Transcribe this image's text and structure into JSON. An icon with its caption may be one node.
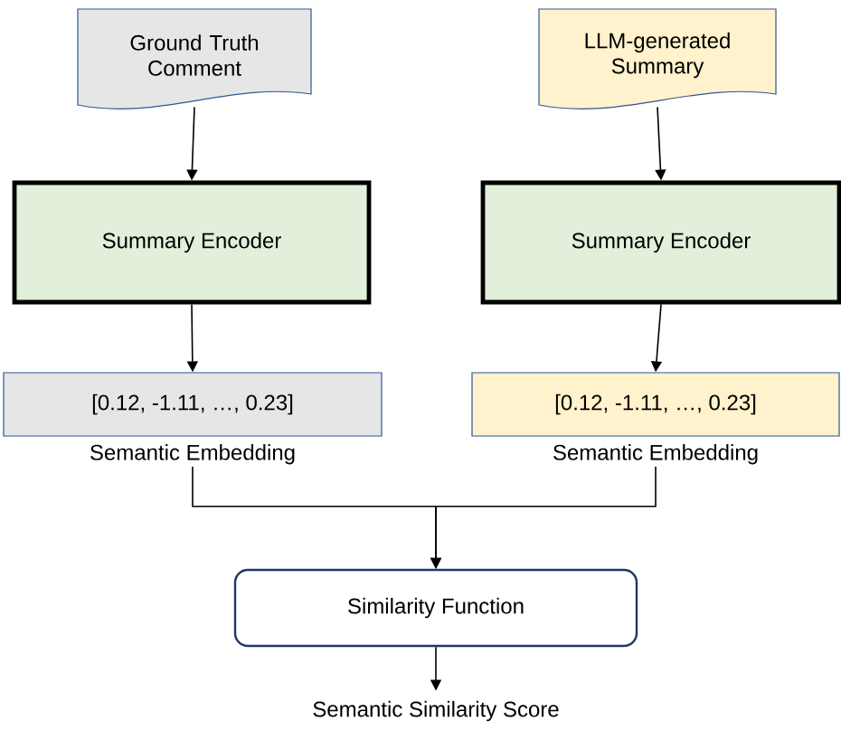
{
  "diagram": {
    "nodes": [
      {
        "text": [
          "Ground Truth Comment"
        ]
      },
      {
        "text": [
          "LLM-generated Summary"
        ]
      },
      {
        "text": [
          "Summary Encoder"
        ]
      },
      {
        "text": [
          "Summary Encoder"
        ]
      },
      {
        "text": [
          "[0.12, -1.11, …, 0.23]"
        ],
        "beside": [
          "Semantic Embedding"
        ]
      },
      {
        "text": [
          "[0.12, -1.11, …, 0.23]"
        ],
        "beside": [
          "Semantic Embedding"
        ]
      },
      {
        "text": [
          "Similarity Function"
        ]
      },
      {
        "text": [
          "Semantic Similarity Score"
        ]
      }
    ],
    "edges": [
      {
        "from": 0,
        "to": 2,
        "arrow": "to"
      },
      {
        "from": 1,
        "to": 3,
        "arrow": "to"
      },
      {
        "from": 2,
        "to": 4,
        "arrow": "to"
      },
      {
        "from": 3,
        "to": 5,
        "arrow": "to"
      },
      {
        "from": 4,
        "to": 6,
        "arrow": "to"
      },
      {
        "from": 5,
        "to": 6,
        "arrow": "to"
      },
      {
        "from": 6,
        "to": 7,
        "arrow": "to"
      }
    ]
  }
}
